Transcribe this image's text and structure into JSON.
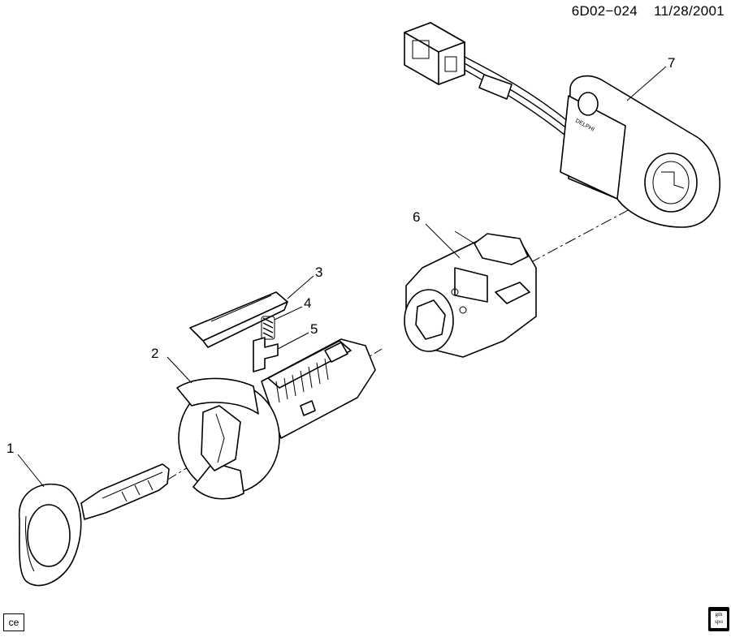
{
  "header": {
    "code": "6D02−024",
    "date": "11/28/2001"
  },
  "callouts": [
    "1",
    "2",
    "3",
    "4",
    "5",
    "6",
    "7"
  ],
  "footer": {
    "ce_label": "ce",
    "logo_text_top": "gm",
    "logo_text_bottom": "spo"
  },
  "connector_label": "DELPHI"
}
